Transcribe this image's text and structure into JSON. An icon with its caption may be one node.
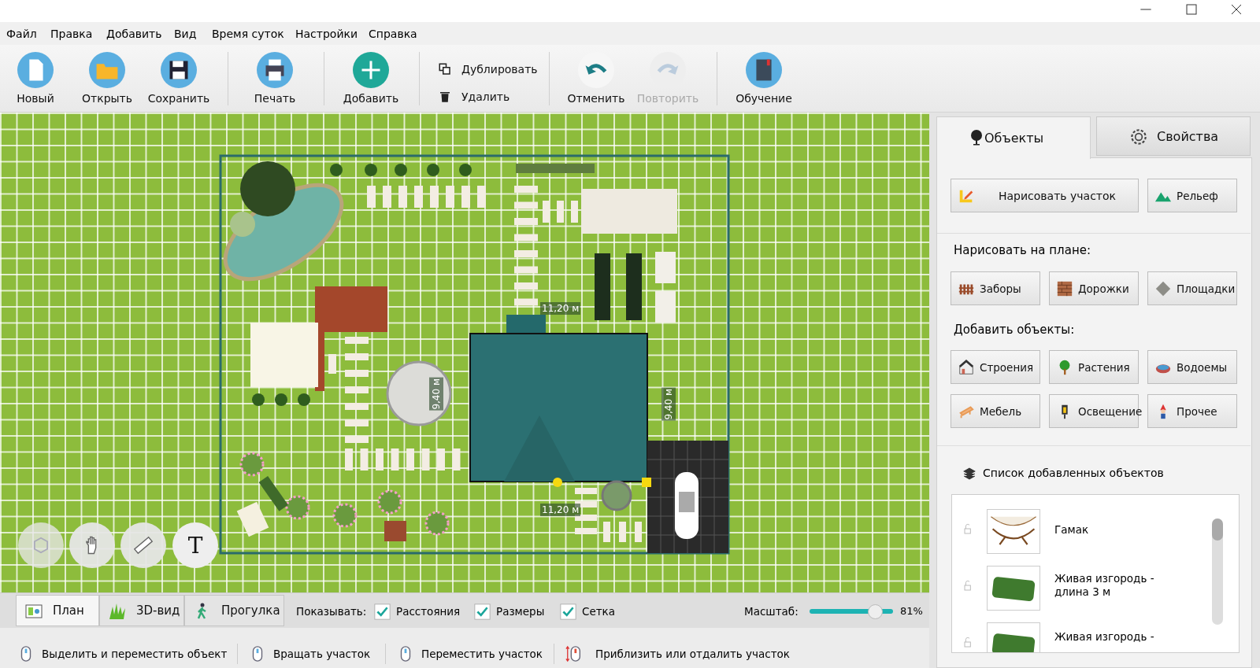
{
  "diagram": {
    "labels": [
      "Файл",
      "Правка",
      "Добавить",
      "Вид",
      "Время суток",
      "Настройки",
      "Справка",
      "Новый",
      "Открыть",
      "Сохранить",
      "Печать",
      "Добавить",
      "Дублировать",
      "Удалить",
      "Отменить",
      "Повторить",
      "Обучение",
      "11,20 м",
      "9,40 м",
      "9,40 м",
      "11,20 м",
      "T",
      "Объекты",
      "Свойства",
      "Нарисовать участок",
      "Рельеф",
      "Нарисовать на плане:",
      "Заборы",
      "Дорожки",
      "Площадки",
      "Добавить объекты:",
      "Строения",
      "Растения",
      "Водоемы",
      "Мебель",
      "Освещение",
      "Прочее",
      "Список добавленных объектов",
      "Гамак",
      "Живая изгородь - длина 3 м",
      "Живая изгородь -",
      "План",
      "3D-вид",
      "Прогулка",
      "Показывать:",
      "Расстояния",
      "Размеры",
      "Сетка",
      "Масштаб:",
      "81%",
      "Выделить и переместить объект",
      "Вращать участок",
      "Переместить участок",
      "Приблизить или отдалить участок"
    ]
  }
}
